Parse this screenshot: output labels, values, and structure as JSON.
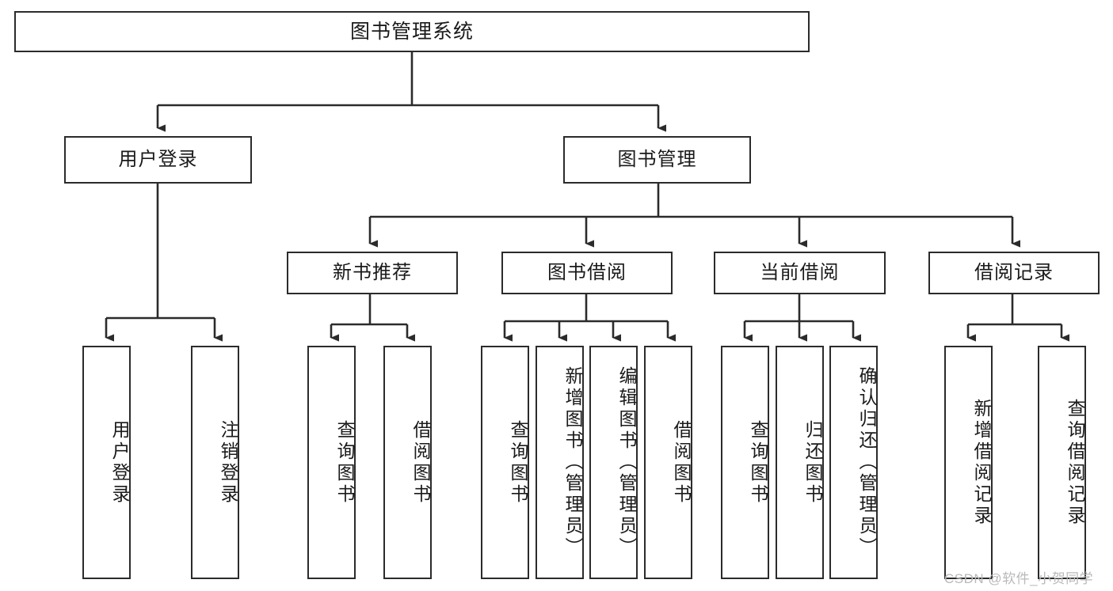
{
  "diagram": {
    "title": "图书管理系统",
    "type": "functional-structure-tree",
    "background_color": "#ffffff",
    "box_border_color": "#2b2b2b",
    "connector_color": "#2b2b2b",
    "text_color": "#1a1a1a"
  },
  "nodes": {
    "root": {
      "label": "图书管理系统",
      "level": 1
    },
    "level2": [
      {
        "id": "user-login",
        "label": "用户登录",
        "level": 2
      },
      {
        "id": "book-management",
        "label": "图书管理",
        "level": 2
      }
    ],
    "level3": [
      {
        "id": "new-book-recommend",
        "label": "新书推荐",
        "level": 3,
        "parent": "book-management"
      },
      {
        "id": "book-borrow",
        "label": "图书借阅",
        "level": 3,
        "parent": "book-management"
      },
      {
        "id": "current-borrow",
        "label": "当前借阅",
        "level": 3,
        "parent": "book-management"
      },
      {
        "id": "borrow-record",
        "label": "借阅记录",
        "level": 3,
        "parent": "book-management"
      }
    ],
    "leaves": [
      {
        "id": "leaf-user-login",
        "label": "用户登录",
        "parent": "user-login"
      },
      {
        "id": "leaf-logout-login",
        "label": "注销登录",
        "parent": "user-login"
      },
      {
        "id": "leaf-query-book-1",
        "label": "查询图书",
        "parent": "new-book-recommend"
      },
      {
        "id": "leaf-borrow-book-1",
        "label": "借阅图书",
        "parent": "new-book-recommend"
      },
      {
        "id": "leaf-query-book-2",
        "label": "查询图书",
        "parent": "book-borrow"
      },
      {
        "id": "leaf-add-book",
        "label": "新增图书（管理员）",
        "parent": "book-borrow"
      },
      {
        "id": "leaf-edit-book",
        "label": "编辑图书（管理员）",
        "parent": "book-borrow"
      },
      {
        "id": "leaf-borrow-book-2",
        "label": "借阅图书",
        "parent": "book-borrow"
      },
      {
        "id": "leaf-query-book-3",
        "label": "查询图书",
        "parent": "current-borrow"
      },
      {
        "id": "leaf-return-book",
        "label": "归还图书",
        "parent": "current-borrow"
      },
      {
        "id": "leaf-confirm-return",
        "label": "确认归还（管理员）",
        "parent": "current-borrow"
      },
      {
        "id": "leaf-add-record",
        "label": "新增借阅记录",
        "parent": "borrow-record"
      },
      {
        "id": "leaf-query-record",
        "label": "查询借阅记录",
        "parent": "borrow-record"
      }
    ]
  },
  "watermark": {
    "text": "CSDN @软件_小贺同学"
  }
}
